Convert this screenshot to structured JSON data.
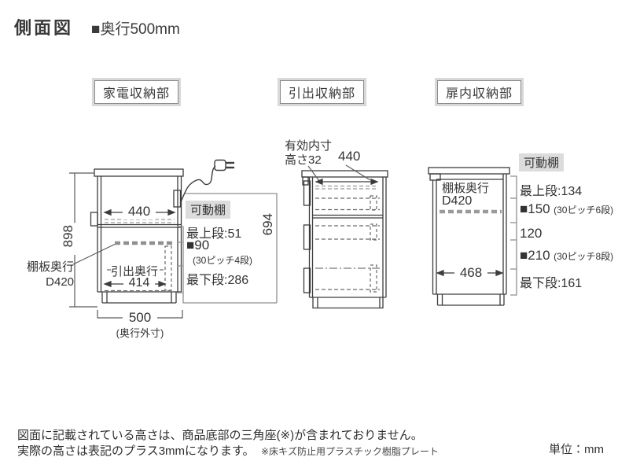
{
  "title": {
    "main": "側面図",
    "depth_note": "■奥行500mm"
  },
  "unit_note": "単位：mm",
  "footer": {
    "line1": "図面に記載されている高さは、商品底部の三角座(※)が含まれておりません。",
    "line2": "実際の高さは表記のプラス3mmになります。",
    "note": "※床キズ防止用プラスチック樹脂プレート"
  },
  "sections": {
    "appliance": {
      "header": "家電収納部",
      "dims": {
        "height": "898",
        "inner_width": "440",
        "drawer_depth_label": "引出奥行",
        "drawer_depth": "414",
        "outer_depth": "500",
        "outer_depth_note": "(奥行外寸)",
        "shelf_depth_line1": "棚板奥行",
        "shelf_depth_line2": "D420"
      },
      "movable_shelf": {
        "label": "可動棚",
        "top": "最上段:51",
        "pitch_value": "■90",
        "pitch_note": "(30ピッチ4段)",
        "bottom": "最下段:286"
      }
    },
    "drawer": {
      "header": "引出収納部",
      "dims": {
        "height": "694",
        "inner_note_line1": "有効内寸",
        "inner_note_line2": "高さ32",
        "inner_width": "440"
      }
    },
    "door": {
      "header": "扉内収納部",
      "dims": {
        "shelf_depth_line1": "棚板奥行",
        "shelf_depth_line2": "D420",
        "inner_width": "468"
      },
      "movable_shelf": {
        "label": "可動棚",
        "top": "最上段:134",
        "pitch1_value": "■150",
        "pitch1_note": "(30ピッチ6段)",
        "middle": "120",
        "pitch2_value": "■210",
        "pitch2_note": "(30ピッチ8段)",
        "bottom": "最下段:161"
      }
    }
  },
  "colors": {
    "line": "#3c3c3c",
    "dim_line": "#8f8f8f",
    "label_bg": "#dcdcdc"
  }
}
